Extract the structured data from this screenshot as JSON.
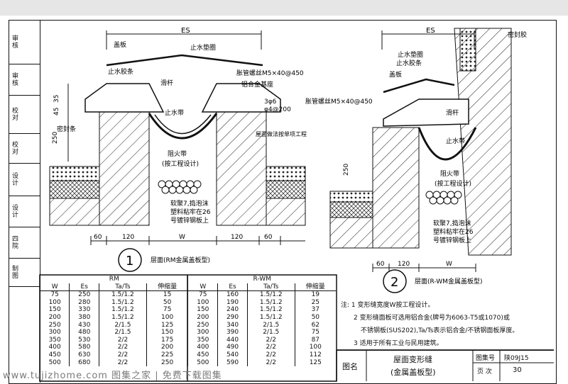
{
  "sidebar": [
    {
      "label": "审核",
      "sign": "",
      "top": 0
    },
    {
      "label": "审核",
      "sign": ""
    },
    {
      "label": "校对",
      "sign": ""
    },
    {
      "label": "校对",
      "sign": ""
    },
    {
      "label": "设计",
      "sign": ""
    },
    {
      "label": "设计",
      "sign": ""
    },
    {
      "label": "四院",
      "sign": ""
    },
    {
      "label": "制图",
      "sign": ""
    }
  ],
  "detail1": {
    "number": "1",
    "caption": "层面(RM金属盖板型)",
    "dim_es": "ES",
    "dim_w": "W",
    "dim_60a": "60",
    "dim_120a": "120",
    "dim_120b": "120",
    "dim_60b": "60",
    "dim_35": "35",
    "dim_45": "45",
    "dim_250": "250",
    "labels": {
      "cover_plate": "盖板",
      "water_ring": "止水垫圈",
      "water_glue": "止水胶条",
      "bolt": "胀管螺丝M5×40@450",
      "alu_base": "铝合金基座",
      "slide": "滑杆",
      "water_belt": "止水带",
      "rebar": "3φ6",
      "rebar2": "φ4@200",
      "seal": "密封条",
      "roof_note": "屋面做法按单项工程",
      "fire_belt": "阻火带",
      "fire_belt2": "(按工程设计)",
      "fill1": "软聚7,捣泡沫",
      "fill2": "塑料粘牢在26",
      "fill3": "号镀锌钢板上"
    }
  },
  "detail2": {
    "number": "2",
    "caption": "层面(R-WM金属盖板型)",
    "dim_es": "ES",
    "dim_w": "W",
    "dim_60": "60",
    "dim_120": "120",
    "dim_250": "250",
    "labels": {
      "seal_glue": "密封胶",
      "water_ring": "止水垫圈",
      "water_glue": "止水胶条",
      "cover": "盖板",
      "bolt": "胀管螺丝M5×40@450",
      "slide": "滑杆",
      "water_belt": "止水带",
      "fire_belt": "阻火带",
      "fire_belt2": "(按工程设计)",
      "fill1": "软聚7,捣泡沫",
      "fill2": "塑料粘牢在26",
      "fill3": "号镀锌钢板上"
    }
  },
  "table": {
    "group_rm": "RM",
    "group_rwm": "R-WM",
    "headers": [
      "W",
      "Es",
      "Ta/Ts",
      "伸缩量",
      "W",
      "Es",
      "Ta/Ts",
      "伸缩量"
    ],
    "rows": [
      [
        "75",
        "250",
        "1.5/1.2",
        "15",
        "75",
        "160",
        "1.5/1.2",
        "19"
      ],
      [
        "100",
        "280",
        "1.5/1.2",
        "50",
        "100",
        "190",
        "1.5/1.2",
        "25"
      ],
      [
        "150",
        "330",
        "1.5/1.2",
        "75",
        "150",
        "240",
        "1.5/1.2",
        "37"
      ],
      [
        "200",
        "380",
        "1.5/1.2",
        "100",
        "200",
        "290",
        "1.5/1.2",
        "50"
      ],
      [
        "250",
        "430",
        "2/1.5",
        "125",
        "250",
        "340",
        "2/1.5",
        "62"
      ],
      [
        "300",
        "480",
        "2/1.5",
        "150",
        "300",
        "390",
        "2/1.5",
        "75"
      ],
      [
        "350",
        "530",
        "2/2",
        "175",
        "350",
        "440",
        "2/2",
        "87"
      ],
      [
        "400",
        "580",
        "2/2",
        "200",
        "400",
        "490",
        "2/2",
        "100"
      ],
      [
        "450",
        "630",
        "2/2",
        "225",
        "450",
        "540",
        "2/2",
        "112"
      ],
      [
        "500",
        "680",
        "2/2",
        "250",
        "500",
        "590",
        "2/2",
        "125"
      ]
    ]
  },
  "notes": {
    "prefix": "注:",
    "n1": "1 变形缝宽度W按工程设计。",
    "n2": "2 变形缝面板可选用铝合金(牌号为6063-T5或1070)或",
    "n2b": "不锈钢板(SUS202),Ta/Ts表示铝合金/不锈钢面板厚度。",
    "n3": "3 适用于所有工业与民用建筑。"
  },
  "titleblock": {
    "label": "图名",
    "title1": "屋面变形缝",
    "title2": "(金属盖板型)",
    "atlas_label": "图集号",
    "atlas_value": "陕09J15",
    "page_label": "页  次",
    "page_value": "30"
  },
  "watermark": "www.tujizhome.com 图集之家 | 免费下载图集"
}
